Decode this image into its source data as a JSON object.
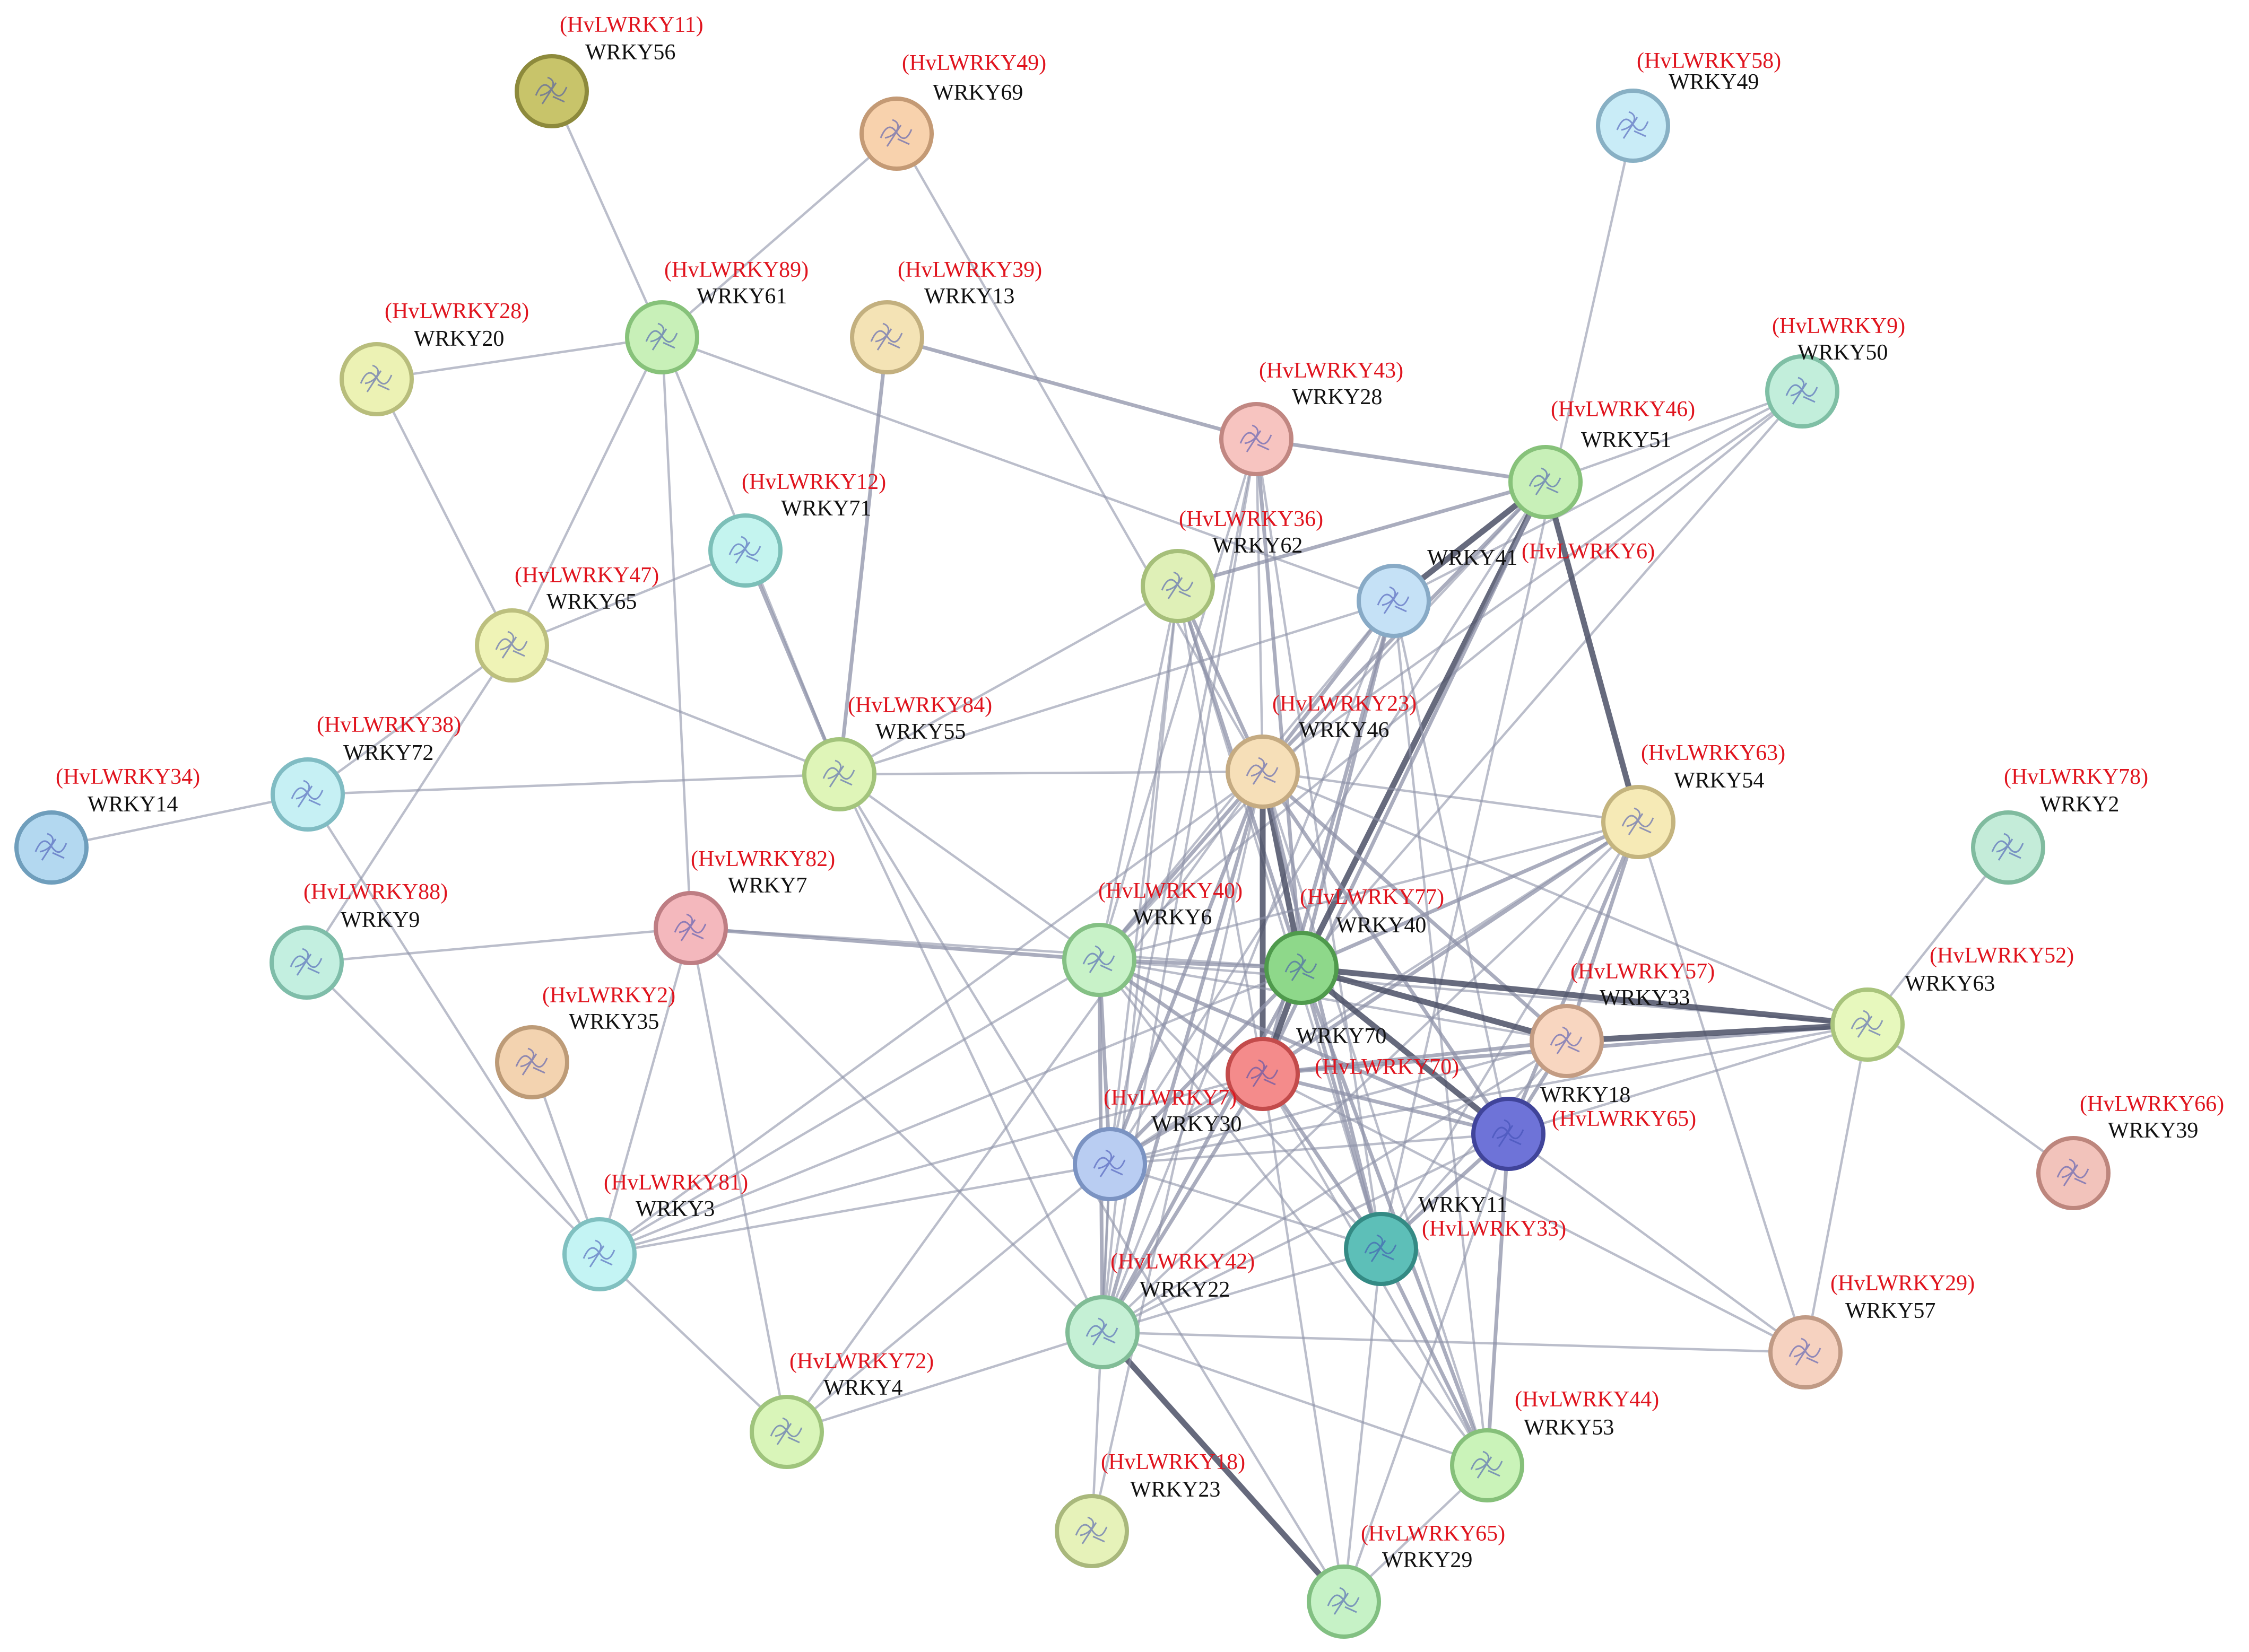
{
  "network": {
    "nodes": [
      {
        "id": "WRKY56",
        "name": "WRKY56",
        "hv": "(HvLWRKY11)",
        "fill": "#c8c46a",
        "stroke": "#8d8a3c"
      },
      {
        "id": "WRKY69",
        "name": "WRKY69",
        "hv": "(HvLWRKY49)",
        "fill": "#f8d2ad",
        "stroke": "#c49a75"
      },
      {
        "id": "WRKY49",
        "name": "WRKY49",
        "hv": "(HvLWRKY58)",
        "fill": "#c9ecf7",
        "stroke": "#88b0c4"
      },
      {
        "id": "WRKY61",
        "name": "WRKY61",
        "hv": "(HvLWRKY89)",
        "fill": "#c8f0b8",
        "stroke": "#87c27a"
      },
      {
        "id": "WRKY13",
        "name": "WRKY13",
        "hv": "(HvLWRKY39)",
        "fill": "#f4e3b5",
        "stroke": "#c3b07f"
      },
      {
        "id": "WRKY20",
        "name": "WRKY20",
        "hv": "(HvLWRKY28)",
        "fill": "#ecf2b4",
        "stroke": "#b8bd7c"
      },
      {
        "id": "WRKY50",
        "name": "WRKY50",
        "hv": "(HvLWRKY9)",
        "fill": "#c2eedb",
        "stroke": "#7fbfa5"
      },
      {
        "id": "WRKY28",
        "name": "WRKY28",
        "hv": "(HvLWRKY43)",
        "fill": "#f7c4c0",
        "stroke": "#c18782"
      },
      {
        "id": "WRKY51",
        "name": "WRKY51",
        "hv": "(HvLWRKY46)",
        "fill": "#c8f0b8",
        "stroke": "#87c27a"
      },
      {
        "id": "WRKY71",
        "name": "WRKY71",
        "hv": "(HvLWRKY12)",
        "fill": "#c4f4ef",
        "stroke": "#7cbfb8"
      },
      {
        "id": "WRKY62",
        "name": "WRKY62",
        "hv": "(HvLWRKY36)",
        "fill": "#dff0b7",
        "stroke": "#a6bf7a"
      },
      {
        "id": "WRKY41",
        "name": "WRKY41",
        "hv": "(HvLWRKY6)",
        "fill": "#c5e1f6",
        "stroke": "#88aac6"
      },
      {
        "id": "WRKY65",
        "name": "WRKY65",
        "hv": "(HvLWRKY47)",
        "fill": "#eff3b6",
        "stroke": "#bcbf7e"
      },
      {
        "id": "WRKY46",
        "name": "WRKY46",
        "hv": "(HvLWRKY23)",
        "fill": "#f6dfb8",
        "stroke": "#c5ab82"
      },
      {
        "id": "WRKY55",
        "name": "WRKY55",
        "hv": "(HvLWRKY84)",
        "fill": "#dff5b8",
        "stroke": "#a3c47c"
      },
      {
        "id": "WRKY72",
        "name": "WRKY72",
        "hv": "(HvLWRKY38)",
        "fill": "#c6f0f4",
        "stroke": "#80bcc3"
      },
      {
        "id": "WRKY14",
        "name": "WRKY14",
        "hv": "(HvLWRKY34)",
        "fill": "#b3d8f0",
        "stroke": "#6f9ebc"
      },
      {
        "id": "WRKY54",
        "name": "WRKY54",
        "hv": "(HvLWRKY63)",
        "fill": "#f6eab6",
        "stroke": "#c4b47e"
      },
      {
        "id": "WRKY2",
        "name": "WRKY2",
        "hv": "(HvLWRKY78)",
        "fill": "#c4ecd9",
        "stroke": "#80bb9f"
      },
      {
        "id": "WRKY7",
        "name": "WRKY7",
        "hv": "(HvLWRKY82)",
        "fill": "#f4b8bd",
        "stroke": "#be7d83"
      },
      {
        "id": "WRKY9",
        "name": "WRKY9",
        "hv": "(HvLWRKY88)",
        "fill": "#c3efe0",
        "stroke": "#7fbda9"
      },
      {
        "id": "WRKY6",
        "name": "WRKY6",
        "hv": "(HvLWRKY40)",
        "fill": "#c8f2c8",
        "stroke": "#84c084"
      },
      {
        "id": "WRKY40",
        "name": "WRKY40",
        "hv": "(HvLWRKY77)",
        "fill": "#8ed88a",
        "stroke": "#4f9a4c"
      },
      {
        "id": "WRKY63",
        "name": "WRKY63",
        "hv": "(HvLWRKY52)",
        "fill": "#e7f8bd",
        "stroke": "#a9c47c"
      },
      {
        "id": "WRKY35",
        "name": "WRKY35",
        "hv": "(HvLWRKY2)",
        "fill": "#f3d3b0",
        "stroke": "#bd9b77"
      },
      {
        "id": "WRKY33",
        "name": "WRKY33",
        "hv": "(HvLWRKY57)",
        "fill": "#f8d6c0",
        "stroke": "#c39c83"
      },
      {
        "id": "WRKY70",
        "name": "WRKY70",
        "hv": "(HvLWRKY70)",
        "fill": "#f48b8b",
        "stroke": "#c34b4b"
      },
      {
        "id": "WRKY30",
        "name": "WRKY30",
        "hv": "(HvLWRKY7)",
        "fill": "#b9cdf2",
        "stroke": "#7b93c2"
      },
      {
        "id": "WRKY18",
        "name": "WRKY18",
        "hv": "(HvLWRKY65)",
        "fill": "#6e73d8",
        "stroke": "#40449a"
      },
      {
        "id": "WRKY39",
        "name": "WRKY39",
        "hv": "(HvLWRKY66)",
        "fill": "#f2c3bb",
        "stroke": "#bd867d"
      },
      {
        "id": "WRKY3",
        "name": "WRKY3",
        "hv": "(HvLWRKY81)",
        "fill": "#c4f4f4",
        "stroke": "#80c0c0"
      },
      {
        "id": "WRKY11",
        "name": "WRKY11",
        "hv": "(HvLWRKY33)",
        "fill": "#5dbfb8",
        "stroke": "#348a84"
      },
      {
        "id": "WRKY22",
        "name": "WRKY22",
        "hv": "(HvLWRKY42)",
        "fill": "#c5f0d5",
        "stroke": "#80bc96"
      },
      {
        "id": "WRKY57",
        "name": "WRKY57",
        "hv": "(HvLWRKY29)",
        "fill": "#f6d2c0",
        "stroke": "#c09a85"
      },
      {
        "id": "WRKY4",
        "name": "WRKY4",
        "hv": "(HvLWRKY72)",
        "fill": "#d9f5b9",
        "stroke": "#9fc47c"
      },
      {
        "id": "WRKY53",
        "name": "WRKY53",
        "hv": "(HvLWRKY44)",
        "fill": "#caf3b9",
        "stroke": "#86c07a"
      },
      {
        "id": "WRKY23",
        "name": "WRKY23",
        "hv": "(HvLWRKY18)",
        "fill": "#e6f2b9",
        "stroke": "#a9b87c"
      },
      {
        "id": "WRKY29",
        "name": "WRKY29",
        "hv": "(HvLWRKY65)",
        "fill": "#c6f2c6",
        "stroke": "#82c082"
      }
    ],
    "edges": [
      [
        "WRKY56",
        "WRKY61",
        1
      ],
      [
        "WRKY69",
        "WRKY61",
        1
      ],
      [
        "WRKY69",
        "WRKY46",
        1
      ],
      [
        "WRKY61",
        "WRKY20",
        1
      ],
      [
        "WRKY61",
        "WRKY65",
        1
      ],
      [
        "WRKY61",
        "WRKY7",
        1
      ],
      [
        "WRKY61",
        "WRKY55",
        1
      ],
      [
        "WRKY61",
        "WRKY41",
        1
      ],
      [
        "WRKY20",
        "WRKY65",
        1
      ],
      [
        "WRKY13",
        "WRKY28",
        2
      ],
      [
        "WRKY13",
        "WRKY55",
        2
      ],
      [
        "WRKY28",
        "WRKY51",
        2
      ],
      [
        "WRKY28",
        "WRKY40",
        2
      ],
      [
        "WRKY28",
        "WRKY46",
        1
      ],
      [
        "WRKY28",
        "WRKY30",
        1
      ],
      [
        "WRKY28",
        "WRKY6",
        1
      ],
      [
        "WRKY28",
        "WRKY22",
        1
      ],
      [
        "WRKY28",
        "WRKY11",
        1
      ],
      [
        "WRKY71",
        "WRKY55",
        2
      ],
      [
        "WRKY71",
        "WRKY65",
        1
      ],
      [
        "WRKY49",
        "WRKY11",
        1
      ],
      [
        "WRKY50",
        "WRKY51",
        1
      ],
      [
        "WRKY50",
        "WRKY41",
        1
      ],
      [
        "WRKY50",
        "WRKY46",
        1
      ],
      [
        "WRKY50",
        "WRKY6",
        1
      ],
      [
        "WRKY50",
        "WRKY40",
        1
      ],
      [
        "WRKY51",
        "WRKY41",
        3
      ],
      [
        "WRKY51",
        "WRKY62",
        2
      ],
      [
        "WRKY51",
        "WRKY46",
        2
      ],
      [
        "WRKY51",
        "WRKY40",
        3
      ],
      [
        "WRKY51",
        "WRKY70",
        2
      ],
      [
        "WRKY51",
        "WRKY54",
        3
      ],
      [
        "WRKY51",
        "WRKY6",
        1
      ],
      [
        "WRKY51",
        "WRKY30",
        1
      ],
      [
        "WRKY41",
        "WRKY46",
        2
      ],
      [
        "WRKY41",
        "WRKY40",
        2
      ],
      [
        "WRKY41",
        "WRKY70",
        2
      ],
      [
        "WRKY41",
        "WRKY55",
        1
      ],
      [
        "WRKY41",
        "WRKY6",
        1
      ],
      [
        "WRKY41",
        "WRKY18",
        1
      ],
      [
        "WRKY41",
        "WRKY22",
        1
      ],
      [
        "WRKY41",
        "WRKY53",
        1
      ],
      [
        "WRKY62",
        "WRKY46",
        2
      ],
      [
        "WRKY62",
        "WRKY40",
        2
      ],
      [
        "WRKY62",
        "WRKY70",
        1
      ],
      [
        "WRKY62",
        "WRKY6",
        1
      ],
      [
        "WRKY62",
        "WRKY30",
        1
      ],
      [
        "WRKY62",
        "WRKY22",
        1
      ],
      [
        "WRKY62",
        "WRKY11",
        1
      ],
      [
        "WRKY62",
        "WRKY55",
        1
      ],
      [
        "WRKY65",
        "WRKY55",
        1
      ],
      [
        "WRKY65",
        "WRKY72",
        1
      ],
      [
        "WRKY65",
        "WRKY9",
        1
      ],
      [
        "WRKY72",
        "WRKY14",
        1
      ],
      [
        "WRKY72",
        "WRKY55",
        1
      ],
      [
        "WRKY72",
        "WRKY3",
        1
      ],
      [
        "WRKY55",
        "WRKY46",
        1
      ],
      [
        "WRKY55",
        "WRKY6",
        1
      ],
      [
        "WRKY55",
        "WRKY22",
        1
      ],
      [
        "WRKY55",
        "WRKY29",
        1
      ],
      [
        "WRKY46",
        "WRKY40",
        3
      ],
      [
        "WRKY46",
        "WRKY70",
        3
      ],
      [
        "WRKY46",
        "WRKY6",
        2
      ],
      [
        "WRKY46",
        "WRKY30",
        2
      ],
      [
        "WRKY46",
        "WRKY18",
        2
      ],
      [
        "WRKY46",
        "WRKY33",
        2
      ],
      [
        "WRKY46",
        "WRKY54",
        1
      ],
      [
        "WRKY46",
        "WRKY11",
        2
      ],
      [
        "WRKY46",
        "WRKY22",
        2
      ],
      [
        "WRKY46",
        "WRKY63",
        1
      ],
      [
        "WRKY46",
        "WRKY3",
        1
      ],
      [
        "WRKY46",
        "WRKY53",
        1
      ],
      [
        "WRKY46",
        "WRKY4",
        1
      ],
      [
        "WRKY54",
        "WRKY40",
        2
      ],
      [
        "WRKY54",
        "WRKY70",
        2
      ],
      [
        "WRKY54",
        "WRKY33",
        2
      ],
      [
        "WRKY54",
        "WRKY18",
        2
      ],
      [
        "WRKY54",
        "WRKY6",
        1
      ],
      [
        "WRKY54",
        "WRKY30",
        1
      ],
      [
        "WRKY54",
        "WRKY11",
        1
      ],
      [
        "WRKY54",
        "WRKY57",
        1
      ],
      [
        "WRKY54",
        "WRKY22",
        1
      ],
      [
        "WRKY2",
        "WRKY63",
        1
      ],
      [
        "WRKY7",
        "WRKY9",
        1
      ],
      [
        "WRKY7",
        "WRKY6",
        2
      ],
      [
        "WRKY7",
        "WRKY3",
        1
      ],
      [
        "WRKY7",
        "WRKY22",
        1
      ],
      [
        "WRKY7",
        "WRKY4",
        1
      ],
      [
        "WRKY7",
        "WRKY40",
        1
      ],
      [
        "WRKY9",
        "WRKY3",
        1
      ],
      [
        "WRKY6",
        "WRKY40",
        2
      ],
      [
        "WRKY6",
        "WRKY70",
        2
      ],
      [
        "WRKY6",
        "WRKY30",
        2
      ],
      [
        "WRKY6",
        "WRKY18",
        2
      ],
      [
        "WRKY6",
        "WRKY33",
        1
      ],
      [
        "WRKY6",
        "WRKY22",
        2
      ],
      [
        "WRKY6",
        "WRKY11",
        1
      ],
      [
        "WRKY6",
        "WRKY3",
        1
      ],
      [
        "WRKY6",
        "WRKY63",
        1
      ],
      [
        "WRKY6",
        "WRKY53",
        1
      ],
      [
        "WRKY40",
        "WRKY70",
        3
      ],
      [
        "WRKY40",
        "WRKY33",
        3
      ],
      [
        "WRKY40",
        "WRKY18",
        3
      ],
      [
        "WRKY40",
        "WRKY30",
        2
      ],
      [
        "WRKY40",
        "WRKY22",
        2
      ],
      [
        "WRKY40",
        "WRKY11",
        2
      ],
      [
        "WRKY40",
        "WRKY63",
        3
      ],
      [
        "WRKY40",
        "WRKY53",
        2
      ],
      [
        "WRKY40",
        "WRKY3",
        1
      ],
      [
        "WRKY70",
        "WRKY33",
        2
      ],
      [
        "WRKY70",
        "WRKY18",
        2
      ],
      [
        "WRKY70",
        "WRKY30",
        2
      ],
      [
        "WRKY70",
        "WRKY22",
        2
      ],
      [
        "WRKY70",
        "WRKY11",
        2
      ],
      [
        "WRKY70",
        "WRKY53",
        1
      ],
      [
        "WRKY70",
        "WRKY63",
        2
      ],
      [
        "WRKY70",
        "WRKY3",
        1
      ],
      [
        "WRKY70",
        "WRKY29",
        1
      ],
      [
        "WRKY70",
        "WRKY57",
        1
      ],
      [
        "WRKY33",
        "WRKY18",
        2
      ],
      [
        "WRKY33",
        "WRKY63",
        3
      ],
      [
        "WRKY33",
        "WRKY30",
        1
      ],
      [
        "WRKY33",
        "WRKY11",
        1
      ],
      [
        "WRKY33",
        "WRKY22",
        1
      ],
      [
        "WRKY18",
        "WRKY11",
        2
      ],
      [
        "WRKY18",
        "WRKY53",
        2
      ],
      [
        "WRKY18",
        "WRKY30",
        1
      ],
      [
        "WRKY18",
        "WRKY22",
        1
      ],
      [
        "WRKY18",
        "WRKY57",
        1
      ],
      [
        "WRKY18",
        "WRKY29",
        1
      ],
      [
        "WRKY18",
        "WRKY63",
        1
      ],
      [
        "WRKY63",
        "WRKY39",
        1
      ],
      [
        "WRKY63",
        "WRKY57",
        1
      ],
      [
        "WRKY63",
        "WRKY30",
        1
      ],
      [
        "WRKY30",
        "WRKY22",
        1
      ],
      [
        "WRKY30",
        "WRKY11",
        1
      ],
      [
        "WRKY30",
        "WRKY4",
        1
      ],
      [
        "WRKY30",
        "WRKY3",
        1
      ],
      [
        "WRKY35",
        "WRKY3",
        1
      ],
      [
        "WRKY3",
        "WRKY4",
        1
      ],
      [
        "WRKY11",
        "WRKY53",
        2
      ],
      [
        "WRKY11",
        "WRKY22",
        1
      ],
      [
        "WRKY11",
        "WRKY29",
        1
      ],
      [
        "WRKY22",
        "WRKY29",
        3
      ],
      [
        "WRKY22",
        "WRKY57",
        1
      ],
      [
        "WRKY22",
        "WRKY53",
        1
      ],
      [
        "WRKY22",
        "WRKY4",
        1
      ],
      [
        "WRKY53",
        "WRKY29",
        1
      ],
      [
        "WRKY23",
        "WRKY30",
        1
      ],
      [
        "WRKY23",
        "WRKY46",
        1
      ]
    ]
  },
  "colors": {
    "edge": "#8e92a8",
    "edge_strong": "#4b5066",
    "label_red": "#e0141e",
    "label_black": "#111111"
  }
}
